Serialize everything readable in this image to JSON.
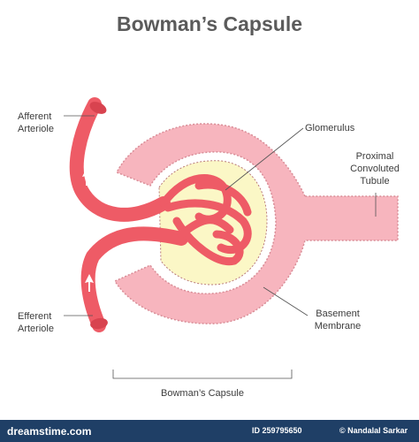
{
  "title": "Bowman’s Capsule",
  "labels": {
    "afferent": [
      "Afferent",
      "Arteriole"
    ],
    "efferent": [
      "Efferent",
      "Arteriole"
    ],
    "glomerulus": "Glomerulus",
    "proximal": [
      "Proximal",
      "Convoluted",
      "Tubule"
    ],
    "basement": [
      "Basement",
      "Membrane"
    ],
    "capsule_bracket": "Bowman’s Capsule"
  },
  "footer": {
    "logo": "dreamstime.com",
    "id": "ID 259795650",
    "author": "© Nandalal Sarkar"
  },
  "colors": {
    "capsule": "#f7b5be",
    "capsule_border": "#d98d97",
    "membrane_dots": "#b97a7a",
    "space": "#fbf7c6",
    "vessel": "#ee5b66",
    "vessel_dark": "#d8434f",
    "vessel_highlight": "#f49aa0",
    "text": "#3c3c3c",
    "title": "#5b5b5b",
    "footer": "#1f3f66"
  }
}
